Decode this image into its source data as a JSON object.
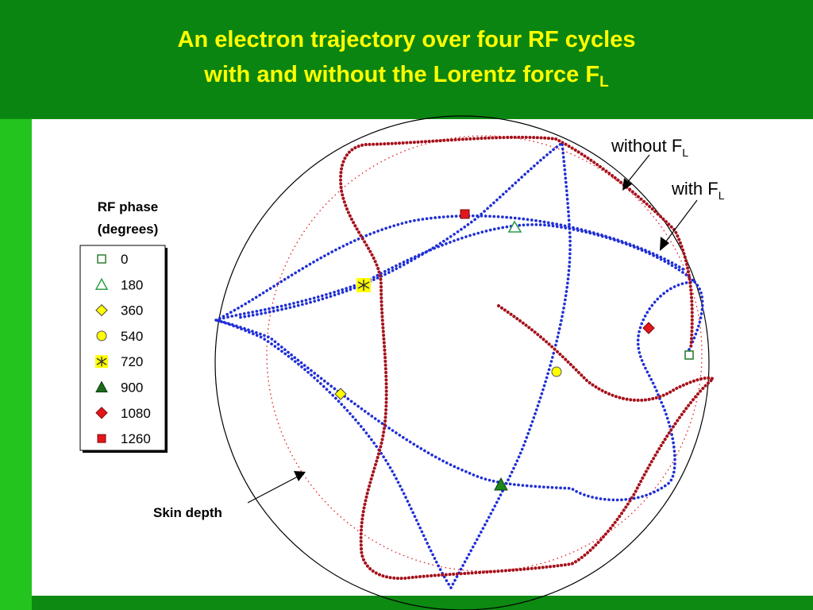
{
  "title": {
    "line1": "An electron trajectory over four RF cycles",
    "line2_main": "with and without the Lorentz force F",
    "line2_sub": "L"
  },
  "legend": {
    "heading_line1": "RF phase",
    "heading_line2": "(degrees)",
    "items": [
      {
        "label": "0",
        "marker": "open-square-icon",
        "color": "#2e7d32"
      },
      {
        "label": "180",
        "marker": "open-triangle-icon",
        "color": "#2e9e4a"
      },
      {
        "label": "360",
        "marker": "diamond-icon",
        "color": "#ffff00"
      },
      {
        "label": "540",
        "marker": "circle-icon",
        "color": "#ffff00"
      },
      {
        "label": "720",
        "marker": "asterisk-box-icon",
        "color": "#ffff00"
      },
      {
        "label": "900",
        "marker": "filled-triangle-icon",
        "color": "#1b6b1b"
      },
      {
        "label": "1080",
        "marker": "red-diamond-icon",
        "color": "#e3161b"
      },
      {
        "label": "1260",
        "marker": "red-square-icon",
        "color": "#e3161b"
      }
    ]
  },
  "annotations": {
    "without_main": "without F",
    "without_sub": "L",
    "with_main": "with F",
    "with_sub": "L",
    "skin_depth": "Skin depth"
  },
  "colors": {
    "background_green": "#0d8a12",
    "title_yellow": "#ffff00",
    "with_fl_blue": "#1f2fd6",
    "without_fl_red": "#a5121c",
    "skin_depth_red": "#e3161b"
  }
}
